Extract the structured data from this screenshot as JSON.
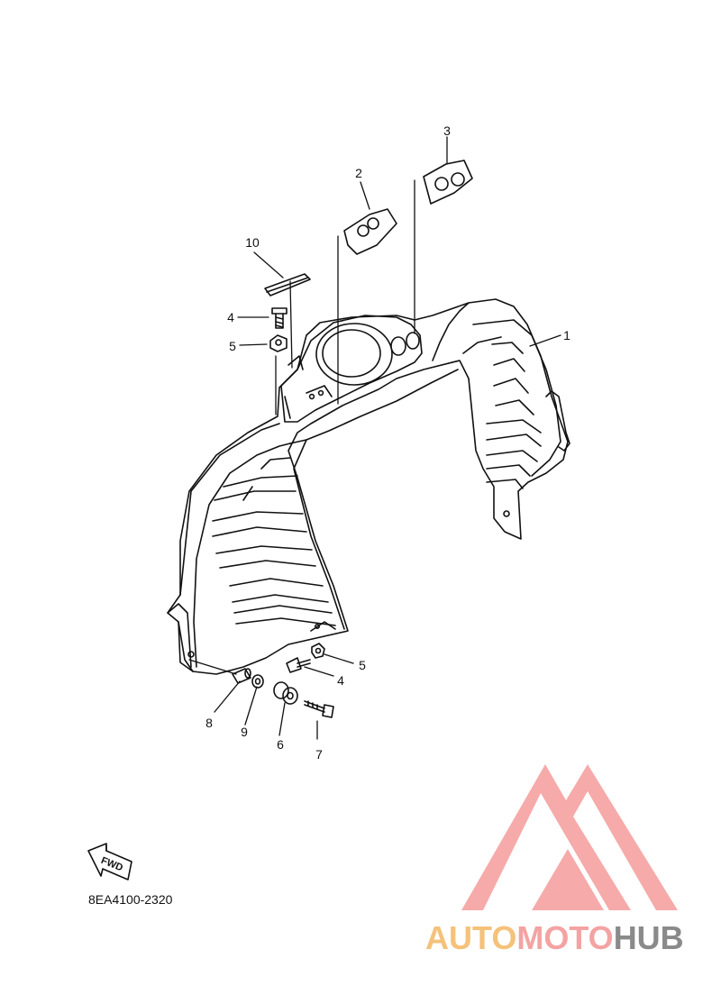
{
  "diagram": {
    "callouts": {
      "c1": "1",
      "c2": "2",
      "c3": "3",
      "c10": "10",
      "c4a": "4",
      "c5a": "5",
      "c4b": "4",
      "c5b": "5",
      "c8": "8",
      "c9": "9",
      "c6": "6",
      "c7": "7"
    },
    "fwd_label": "FWD",
    "code": "8EA4100-2320"
  },
  "watermark": {
    "parts": [
      "AUTO",
      "MOTO",
      "HUB"
    ],
    "colors": {
      "auto": "#f5c27a",
      "moto": "#f4a3a3",
      "hub": "#8a8a8a",
      "logo": "#f59b9b"
    }
  }
}
